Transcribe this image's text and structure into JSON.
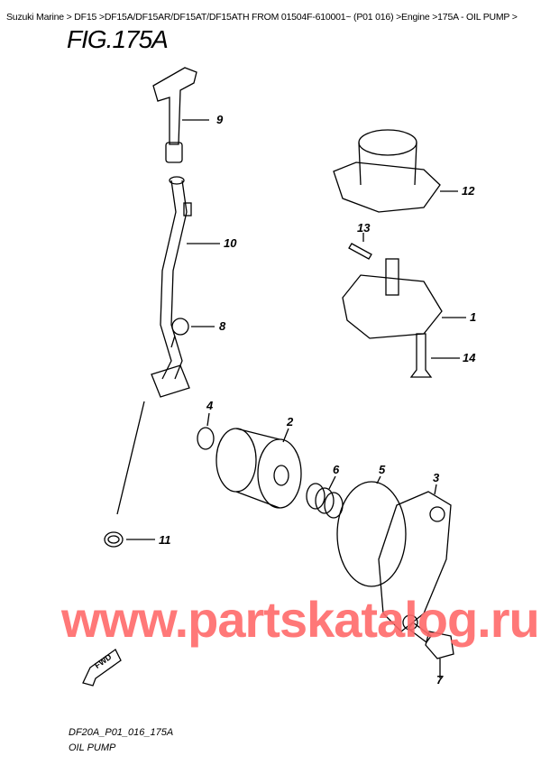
{
  "breadcrumb": "Suzuki Marine > DF15 >DF15A/DF15AR/DF15AT/DF15ATH FROM 01504F-610001~ (P01 016) >Engine >175A - OIL PUMP >",
  "figure_title": "FIG.175A",
  "callouts": {
    "c1": "1",
    "c2": "2",
    "c3": "3",
    "c4": "4",
    "c5": "5",
    "c6": "6",
    "c7": "7",
    "c8": "8",
    "c9": "9",
    "c10": "10",
    "c11": "11",
    "c12": "12",
    "c13": "13",
    "c14": "14"
  },
  "fwd_label": "FWD",
  "watermark": "www.partskatalog.ru",
  "footer": {
    "code": "DF20A_P01_016_175A",
    "caption": "OIL PUMP"
  }
}
